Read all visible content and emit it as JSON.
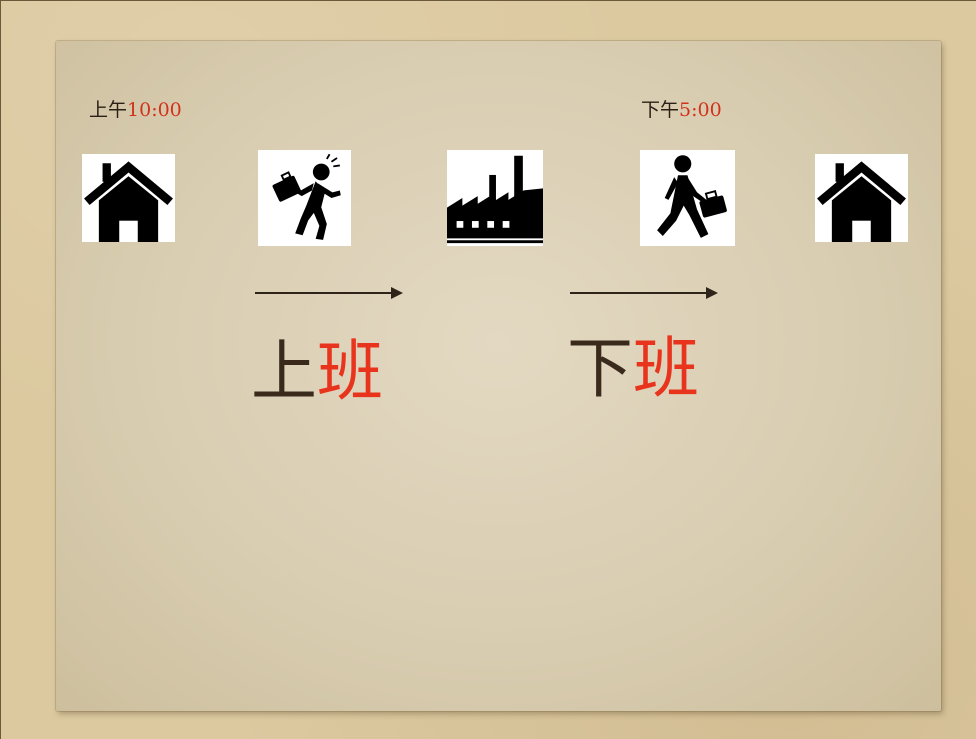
{
  "morning": {
    "time_prefix": "上午",
    "time_value": "10:00"
  },
  "evening": {
    "time_prefix": "下午",
    "time_value": "5:00"
  },
  "icons": [
    "house-icon",
    "running-businessman-icon",
    "factory-icon",
    "walking-businessman-icon",
    "house-icon"
  ],
  "go_to_work": {
    "char1": "上",
    "char2": "班"
  },
  "off_work": {
    "char1": "下",
    "char2": "班"
  },
  "colors": {
    "accent_red": "#e8341c",
    "text_dark": "#3a2a1c",
    "paper": "#d8ccb0"
  }
}
